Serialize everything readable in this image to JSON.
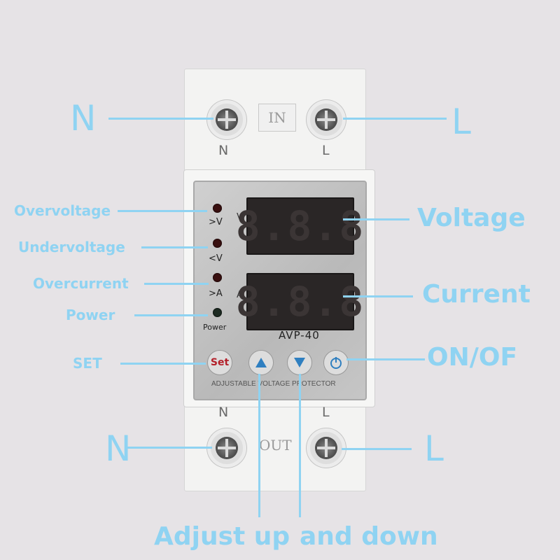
{
  "device": {
    "in_label": "IN",
    "out_label": "OUT",
    "top_n": "N",
    "top_l": "L",
    "bottom_n": "N",
    "bottom_l": "L",
    "voltage_display": "8.8.8",
    "current_display": "8.8.8",
    "voltage_unit": "V",
    "current_unit": "A",
    "led_overvoltage": ">V",
    "led_undervoltage": "<V",
    "led_overcurrent": ">A",
    "led_power": "Power",
    "model": "AVP-40",
    "subtitle": "ADJUSTABLE VOLTAGE PROTECTOR",
    "set_button": "Set",
    "colors": {
      "accent": "#8fd3f2",
      "led_red": "#3a1010",
      "display_bg": "#2a2626"
    }
  },
  "annotations": {
    "left_n_top": "N",
    "right_l_top": "L",
    "left_n_bottom": "N",
    "right_l_bottom": "L",
    "overvoltage": "Overvoltage",
    "undervoltage": "Undervoltage",
    "overcurrent": "Overcurrent",
    "power": "Power",
    "set": "SET",
    "voltage": "Voltage",
    "current": "Current",
    "onoff": "ON/OF",
    "adjust_up": "Adjust up",
    "and_down": "and down"
  }
}
